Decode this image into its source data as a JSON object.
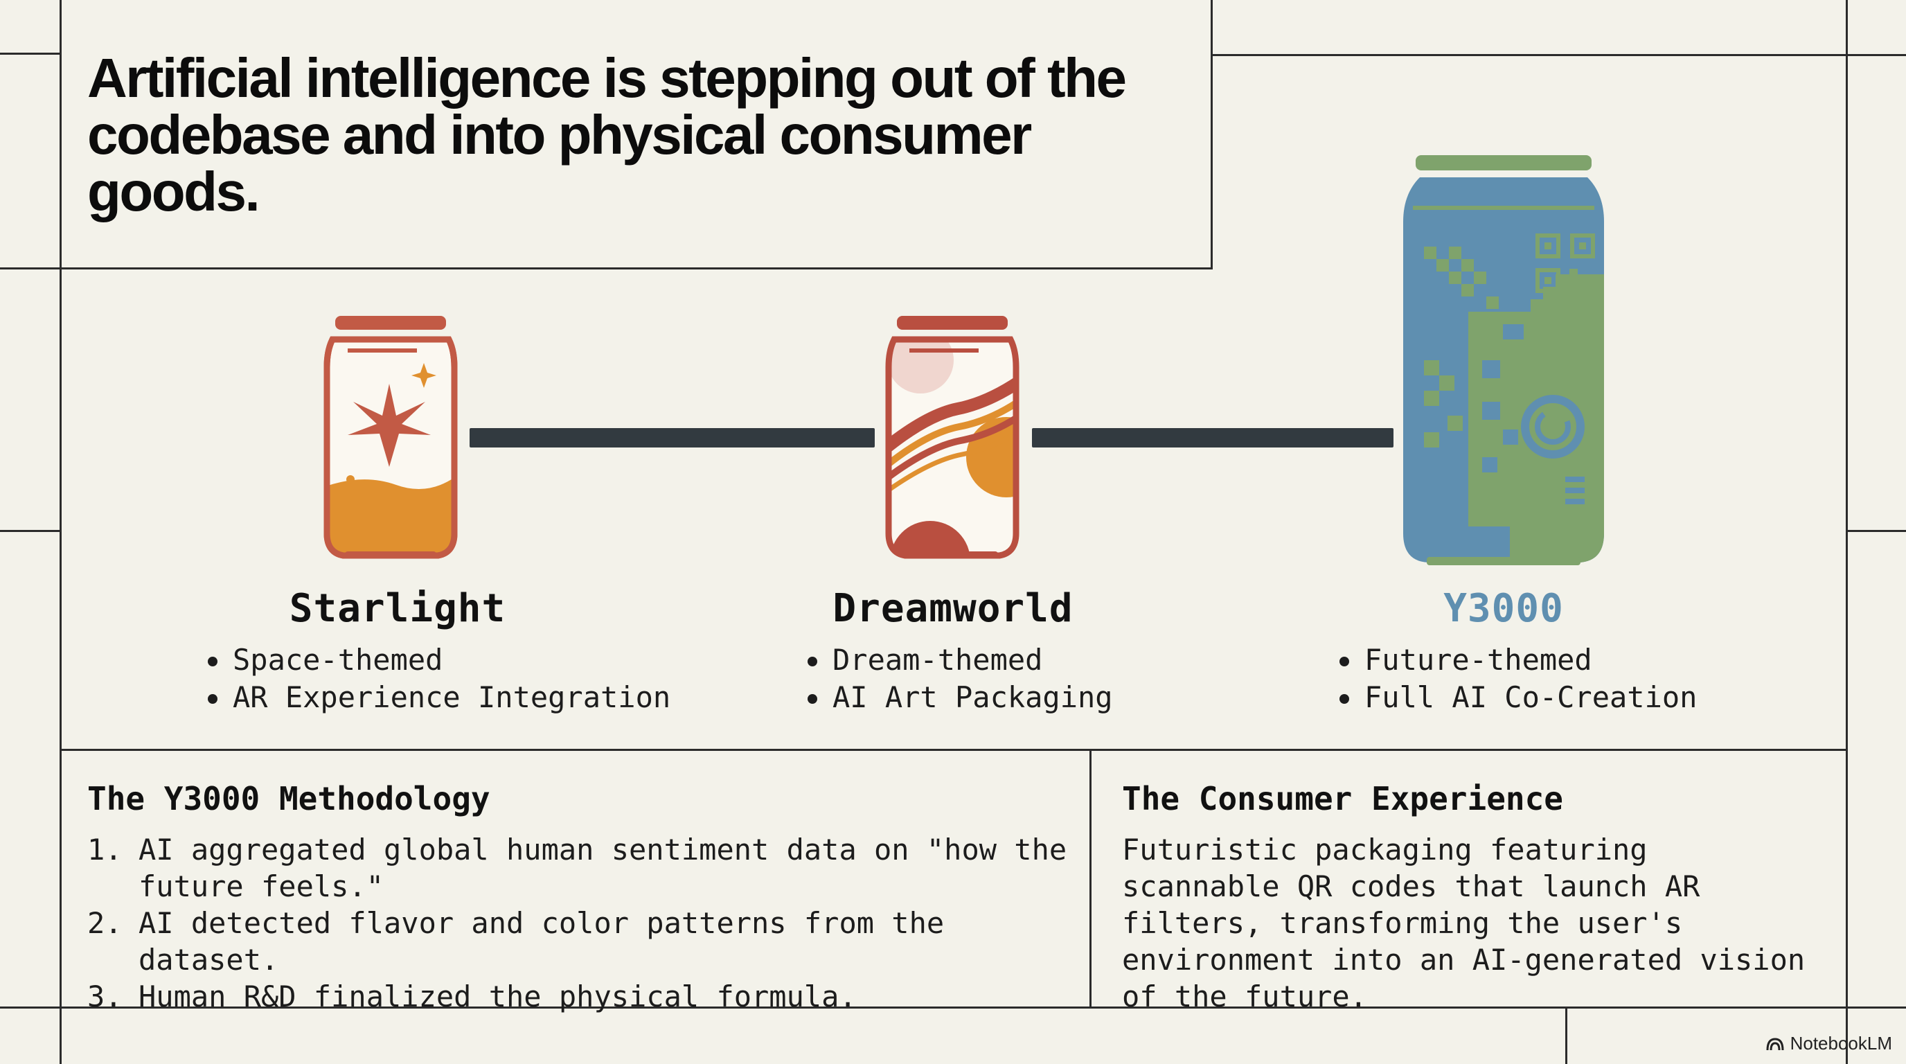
{
  "header": {
    "title": "Artificial intelligence is stepping out of the codebase and into physical consumer goods."
  },
  "cans": [
    {
      "name": "Starlight",
      "bullets": [
        "Space-themed",
        "AR Experience Integration"
      ],
      "color": "#c25a45"
    },
    {
      "name": "Dreamworld",
      "bullets": [
        "Dream-themed",
        "AI Art Packaging"
      ],
      "color": "#b94f40"
    },
    {
      "name": "Y3000",
      "bullets": [
        "Future-themed",
        "Full AI Co-Creation"
      ],
      "color": "#5f8fb0"
    }
  ],
  "methodology": {
    "title": "The Y3000 Methodology",
    "steps": [
      {
        "num": "1.",
        "text": "AI aggregated global human sentiment data on \"how the future feels.\""
      },
      {
        "num": "2.",
        "text": "AI detected flavor and color patterns from the dataset."
      },
      {
        "num": "3.",
        "text": "Human R&D finalized the physical formula."
      }
    ]
  },
  "experience": {
    "title": "The Consumer Experience",
    "text": "Futuristic packaging featuring scannable QR codes that launch AR filters, transforming the user's environment into an AI-generated vision of the future."
  },
  "footer": {
    "brand": "NotebookLM"
  },
  "colors": {
    "line": "#2b2b2b",
    "connector": "#323a40",
    "accent_orange": "#e0902f",
    "accent_red": "#c25a45",
    "accent_blue": "#5f8fb0",
    "accent_green": "#7fa36c"
  }
}
